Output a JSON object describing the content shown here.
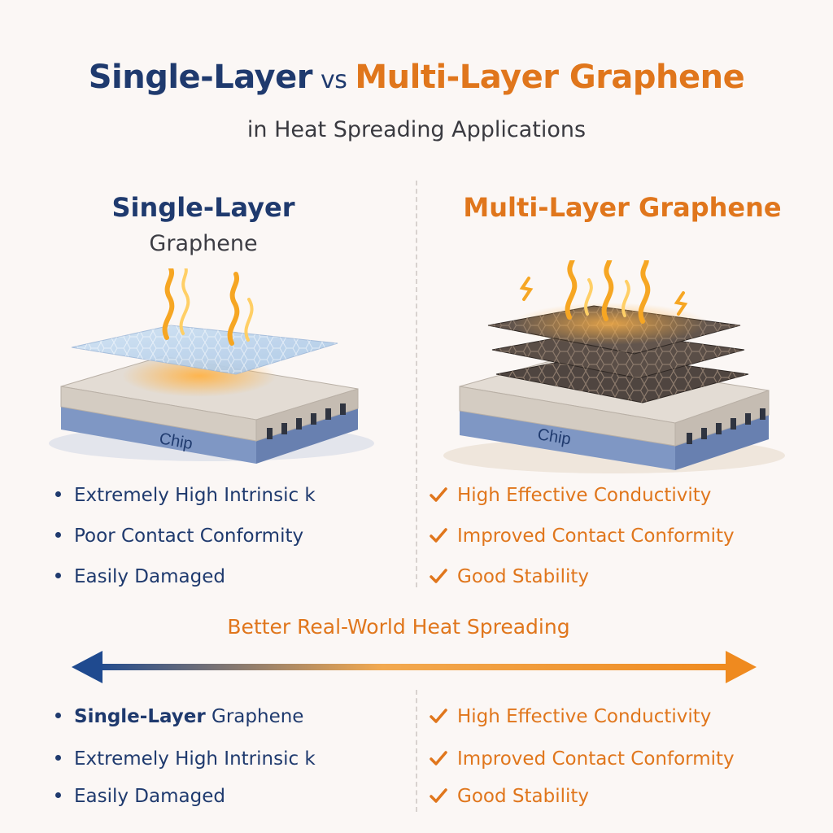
{
  "title": {
    "left": "Single-Layer",
    "vs": "vs",
    "right": "Multi-Layer Graphene"
  },
  "subtitle": "in Heat Spreading Applications",
  "left_column": {
    "heading": "Single-Layer",
    "subheading": "Graphene",
    "chip_label": "Chip",
    "points": [
      "Extremely High Intrinsic k",
      "Poor Contact Conformity",
      "Easily Damaged"
    ]
  },
  "right_column": {
    "heading": "Multi-Layer Graphene",
    "chip_label": "Chip",
    "points": [
      "High Effective Conductivity",
      "Improved Contact Conformity",
      "Good Stability"
    ]
  },
  "banner": "Better Real-World Heat Spreading",
  "bottom_left": {
    "first_bold": "Single-Layer",
    "first_rest": "Graphene",
    "points": [
      "Extremely High Intrinsic k",
      "Easily Damaged"
    ]
  },
  "bottom_right": {
    "points": [
      "High Effective Conductivity",
      "Improved Contact Conformity",
      "Good Stability"
    ]
  },
  "colors": {
    "navy": "#1f3a6e",
    "orange": "#e0761c",
    "chip_blue": "#7f97c4",
    "flame": "#f6a623"
  }
}
